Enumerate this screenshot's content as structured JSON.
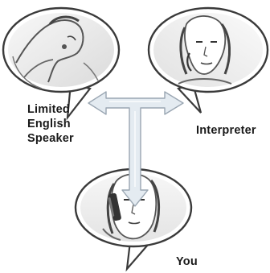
{
  "diagram": {
    "nodes": [
      {
        "id": "limited-english-speaker",
        "label_lines": [
          "Limited",
          "English",
          "Speaker"
        ]
      },
      {
        "id": "interpreter",
        "label": "Interpreter"
      },
      {
        "id": "you",
        "label": "You"
      }
    ],
    "colors": {
      "bubble_stroke": "#3a3a3a",
      "arrow_fill": "#e4ebf1",
      "arrow_stroke": "#9aa6b2",
      "sketch": "#555555"
    }
  }
}
